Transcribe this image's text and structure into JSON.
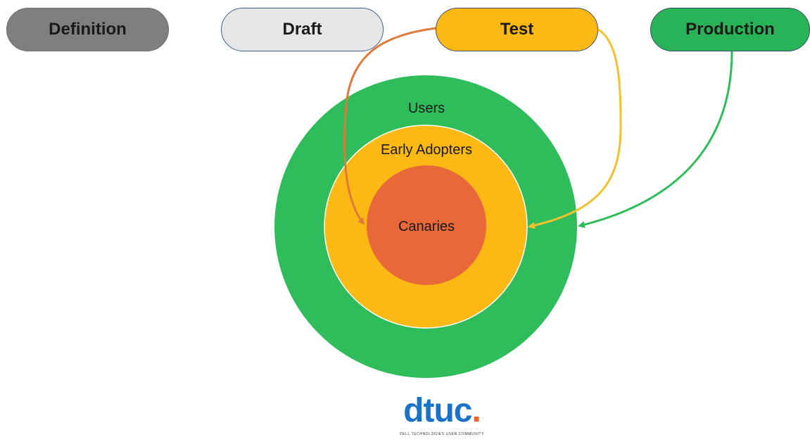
{
  "stages": [
    {
      "label": "Definition",
      "color": "#7f7f7f"
    },
    {
      "label": "Draft",
      "color": "#e6e6e6"
    },
    {
      "label": "Test",
      "color": "#fcb813"
    },
    {
      "label": "Production",
      "color": "#29b357"
    }
  ],
  "rings": {
    "outer": {
      "label": "Users",
      "color": "#2ebd5a"
    },
    "middle": {
      "label": "Early Adopters",
      "color": "#fcb813"
    },
    "inner": {
      "label": "Canaries",
      "color": "#e8683a"
    }
  },
  "arrows": [
    {
      "from": "Test",
      "to": "Canaries",
      "color": "#e07a3a"
    },
    {
      "from": "Test",
      "to": "Early Adopters",
      "color": "#f2c12e"
    },
    {
      "from": "Production",
      "to": "Users",
      "color": "#2ebd5a"
    }
  ],
  "logo": {
    "wordmark": "dtuc",
    "dot": ".",
    "tagline": "DELL TECHNOLOGIES USER COMMUNITY",
    "color": "#1a73c8",
    "dot_color": "#e8632f"
  }
}
